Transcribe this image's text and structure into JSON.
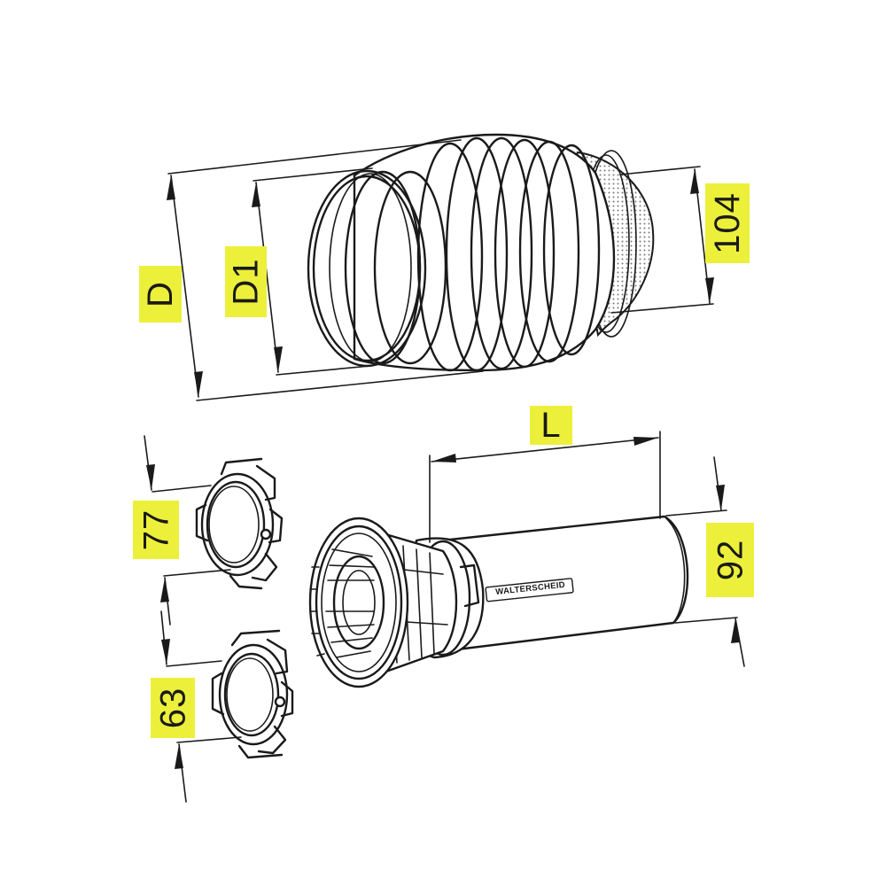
{
  "labels": {
    "d": "D",
    "d1": "D1",
    "dim_104": "104",
    "length": "L",
    "dim_92": "92",
    "dim_77": "77",
    "dim_63": "63"
  },
  "brand": {
    "name": "WALTERSCHEID"
  },
  "colors": {
    "label_background": "#ecf03a",
    "line": "#1a1a1a",
    "screen_pattern": "#777777"
  }
}
